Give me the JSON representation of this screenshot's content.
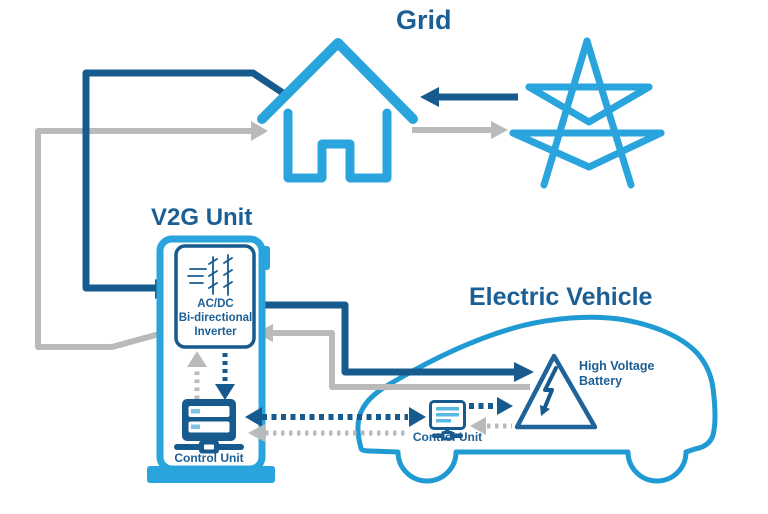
{
  "titles": {
    "grid": "Grid",
    "v2g_unit": "V2G Unit",
    "electric_vehicle": "Electric Vehicle"
  },
  "v2g_unit": {
    "inverter": {
      "line1": "AC/DC",
      "line2": "Bi-directional",
      "line3": "Inverter"
    },
    "control_unit_label": "Control Unit"
  },
  "electric_vehicle": {
    "battery": {
      "line1": "High Voltage",
      "line2": "Battery"
    },
    "control_unit_label": "Control Unit"
  },
  "icons": {
    "house": "house-icon",
    "pylon": "transmission-tower-icon",
    "charging_station": "charging-station-icon",
    "inverter_circuit": "circuit-icon",
    "v2g_control_unit": "server-icon",
    "ev_control_unit": "monitor-icon",
    "battery_warning": "high-voltage-triangle-icon",
    "lightning": "lightning-bolt-icon",
    "car": "car-outline-icon"
  },
  "colors": {
    "icon_blue": "#2aa4dd",
    "car_blue": "#1f9ad2",
    "navy": "#175a8e",
    "text_navy": "#1c5f95",
    "triangle_blue": "#1e6399",
    "gray": "#b9babc",
    "background": "#ffffff"
  }
}
